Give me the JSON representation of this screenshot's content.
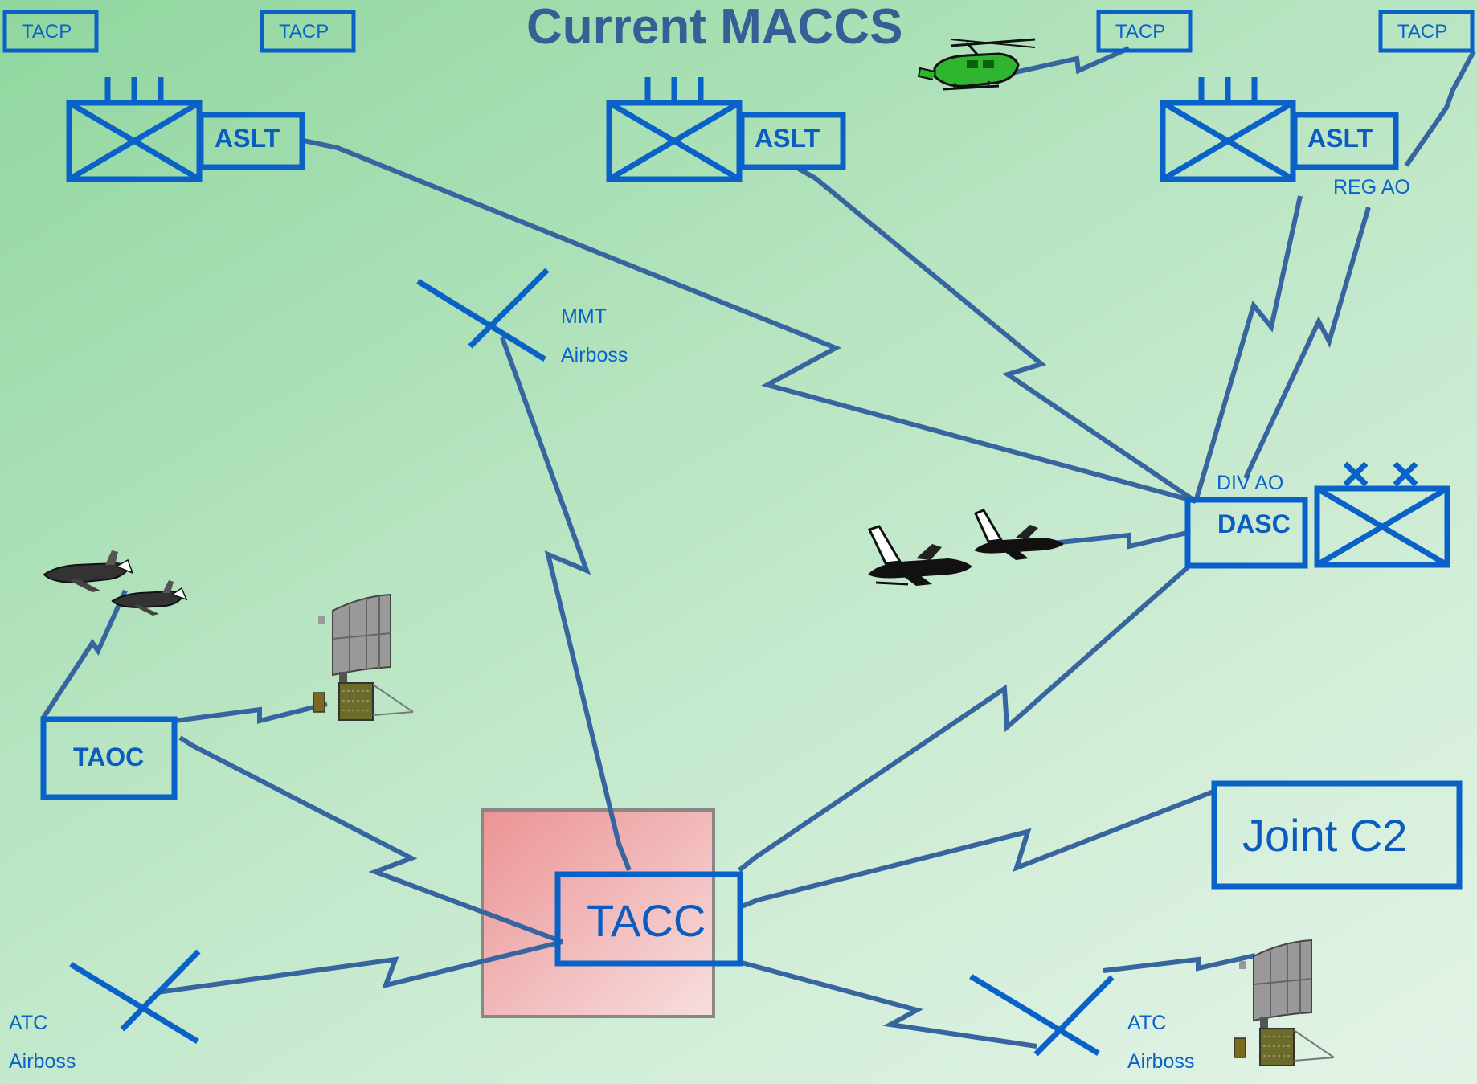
{
  "title": "Current MACCS",
  "nodes": {
    "tacp1": "TACP",
    "tacp2": "TACP",
    "tacp3": "TACP",
    "tacp4": "TACP",
    "aslt_left": "ASLT",
    "aslt_center": "ASLT",
    "aslt_right": "ASLT",
    "dasc": "DASC",
    "taoc": "TAOC",
    "tacc": "TACC",
    "joint_c2": "Joint C2"
  },
  "annotations": {
    "reg_ao": "REG AO",
    "div_ao": "DIV AO",
    "mmt_line1": "MMT",
    "mmt_line2": "Airboss",
    "atc_left_line1": "ATC",
    "atc_left_line2": "Airboss",
    "atc_right_line1": "ATC",
    "atc_right_line2": "Airboss"
  },
  "icons": [
    "helicopter-icon",
    "fighter-jet-icon",
    "radar-icon",
    "infantry-unit-symbol",
    "antenna-cross-icon"
  ],
  "colors": {
    "link_line": "#3765a0",
    "symbol_blue": "#0a62c8",
    "tacc_fill": "#ec9a9a",
    "background": "#b6e4c0"
  }
}
